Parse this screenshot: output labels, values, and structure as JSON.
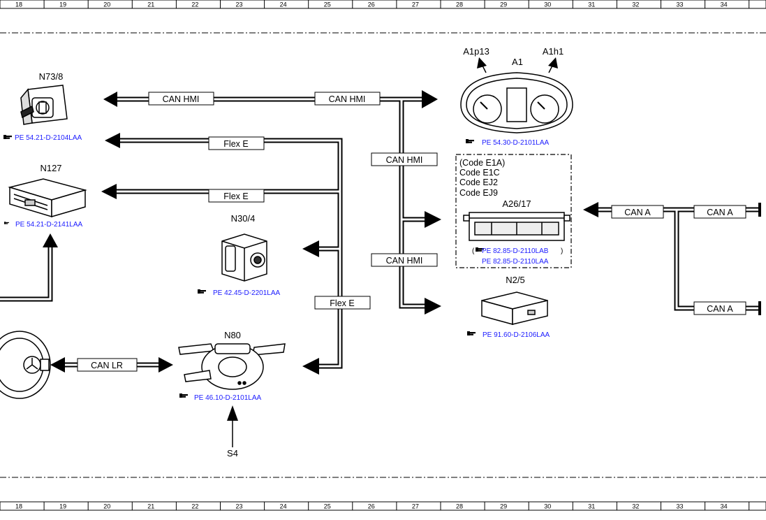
{
  "ruler": {
    "columns": [
      "18",
      "19",
      "20",
      "21",
      "22",
      "23",
      "24",
      "25",
      "26",
      "27",
      "28",
      "29",
      "30",
      "31",
      "32",
      "33",
      "34"
    ]
  },
  "devices": {
    "n73_8": {
      "label": "N73/8"
    },
    "n127": {
      "label": "N127"
    },
    "n30_4": {
      "label": "N30/4"
    },
    "n80": {
      "label": "N80"
    },
    "a1": {
      "label": "A1"
    },
    "a1p13": {
      "label": "A1p13"
    },
    "a1h1": {
      "label": "A1h1"
    },
    "a26_17": {
      "label": "A26/17"
    },
    "n2_5": {
      "label": "N2/5"
    },
    "s4": {
      "label": "S4"
    }
  },
  "refs": {
    "n73_8": "PE 54.21-D-2104LAA",
    "n127": "PE 54.21-D-2141LAA",
    "n30_4": "PE 42.45-D-2201LAA",
    "n80": "PE 46.10-D-2101LAA",
    "a1": "PE 54.30-D-2101LAA",
    "a26_17_a": "PE 82.85-D-2110LAB",
    "a26_17_b": "PE 82.85-D-2110LAA",
    "n2_5": "PE 91.60-D-2106LAA"
  },
  "codes": {
    "paren_open": "(",
    "paren_close": ")",
    "e1a": "(Code E1A)",
    "e1c": "Code E1C",
    "ej2": "Code EJ2",
    "ej9": "Code EJ9"
  },
  "buses": {
    "can_hmi": "CAN HMI",
    "flex_e": "Flex E",
    "can_lr": "CAN LR",
    "can_a": "CAN A"
  }
}
